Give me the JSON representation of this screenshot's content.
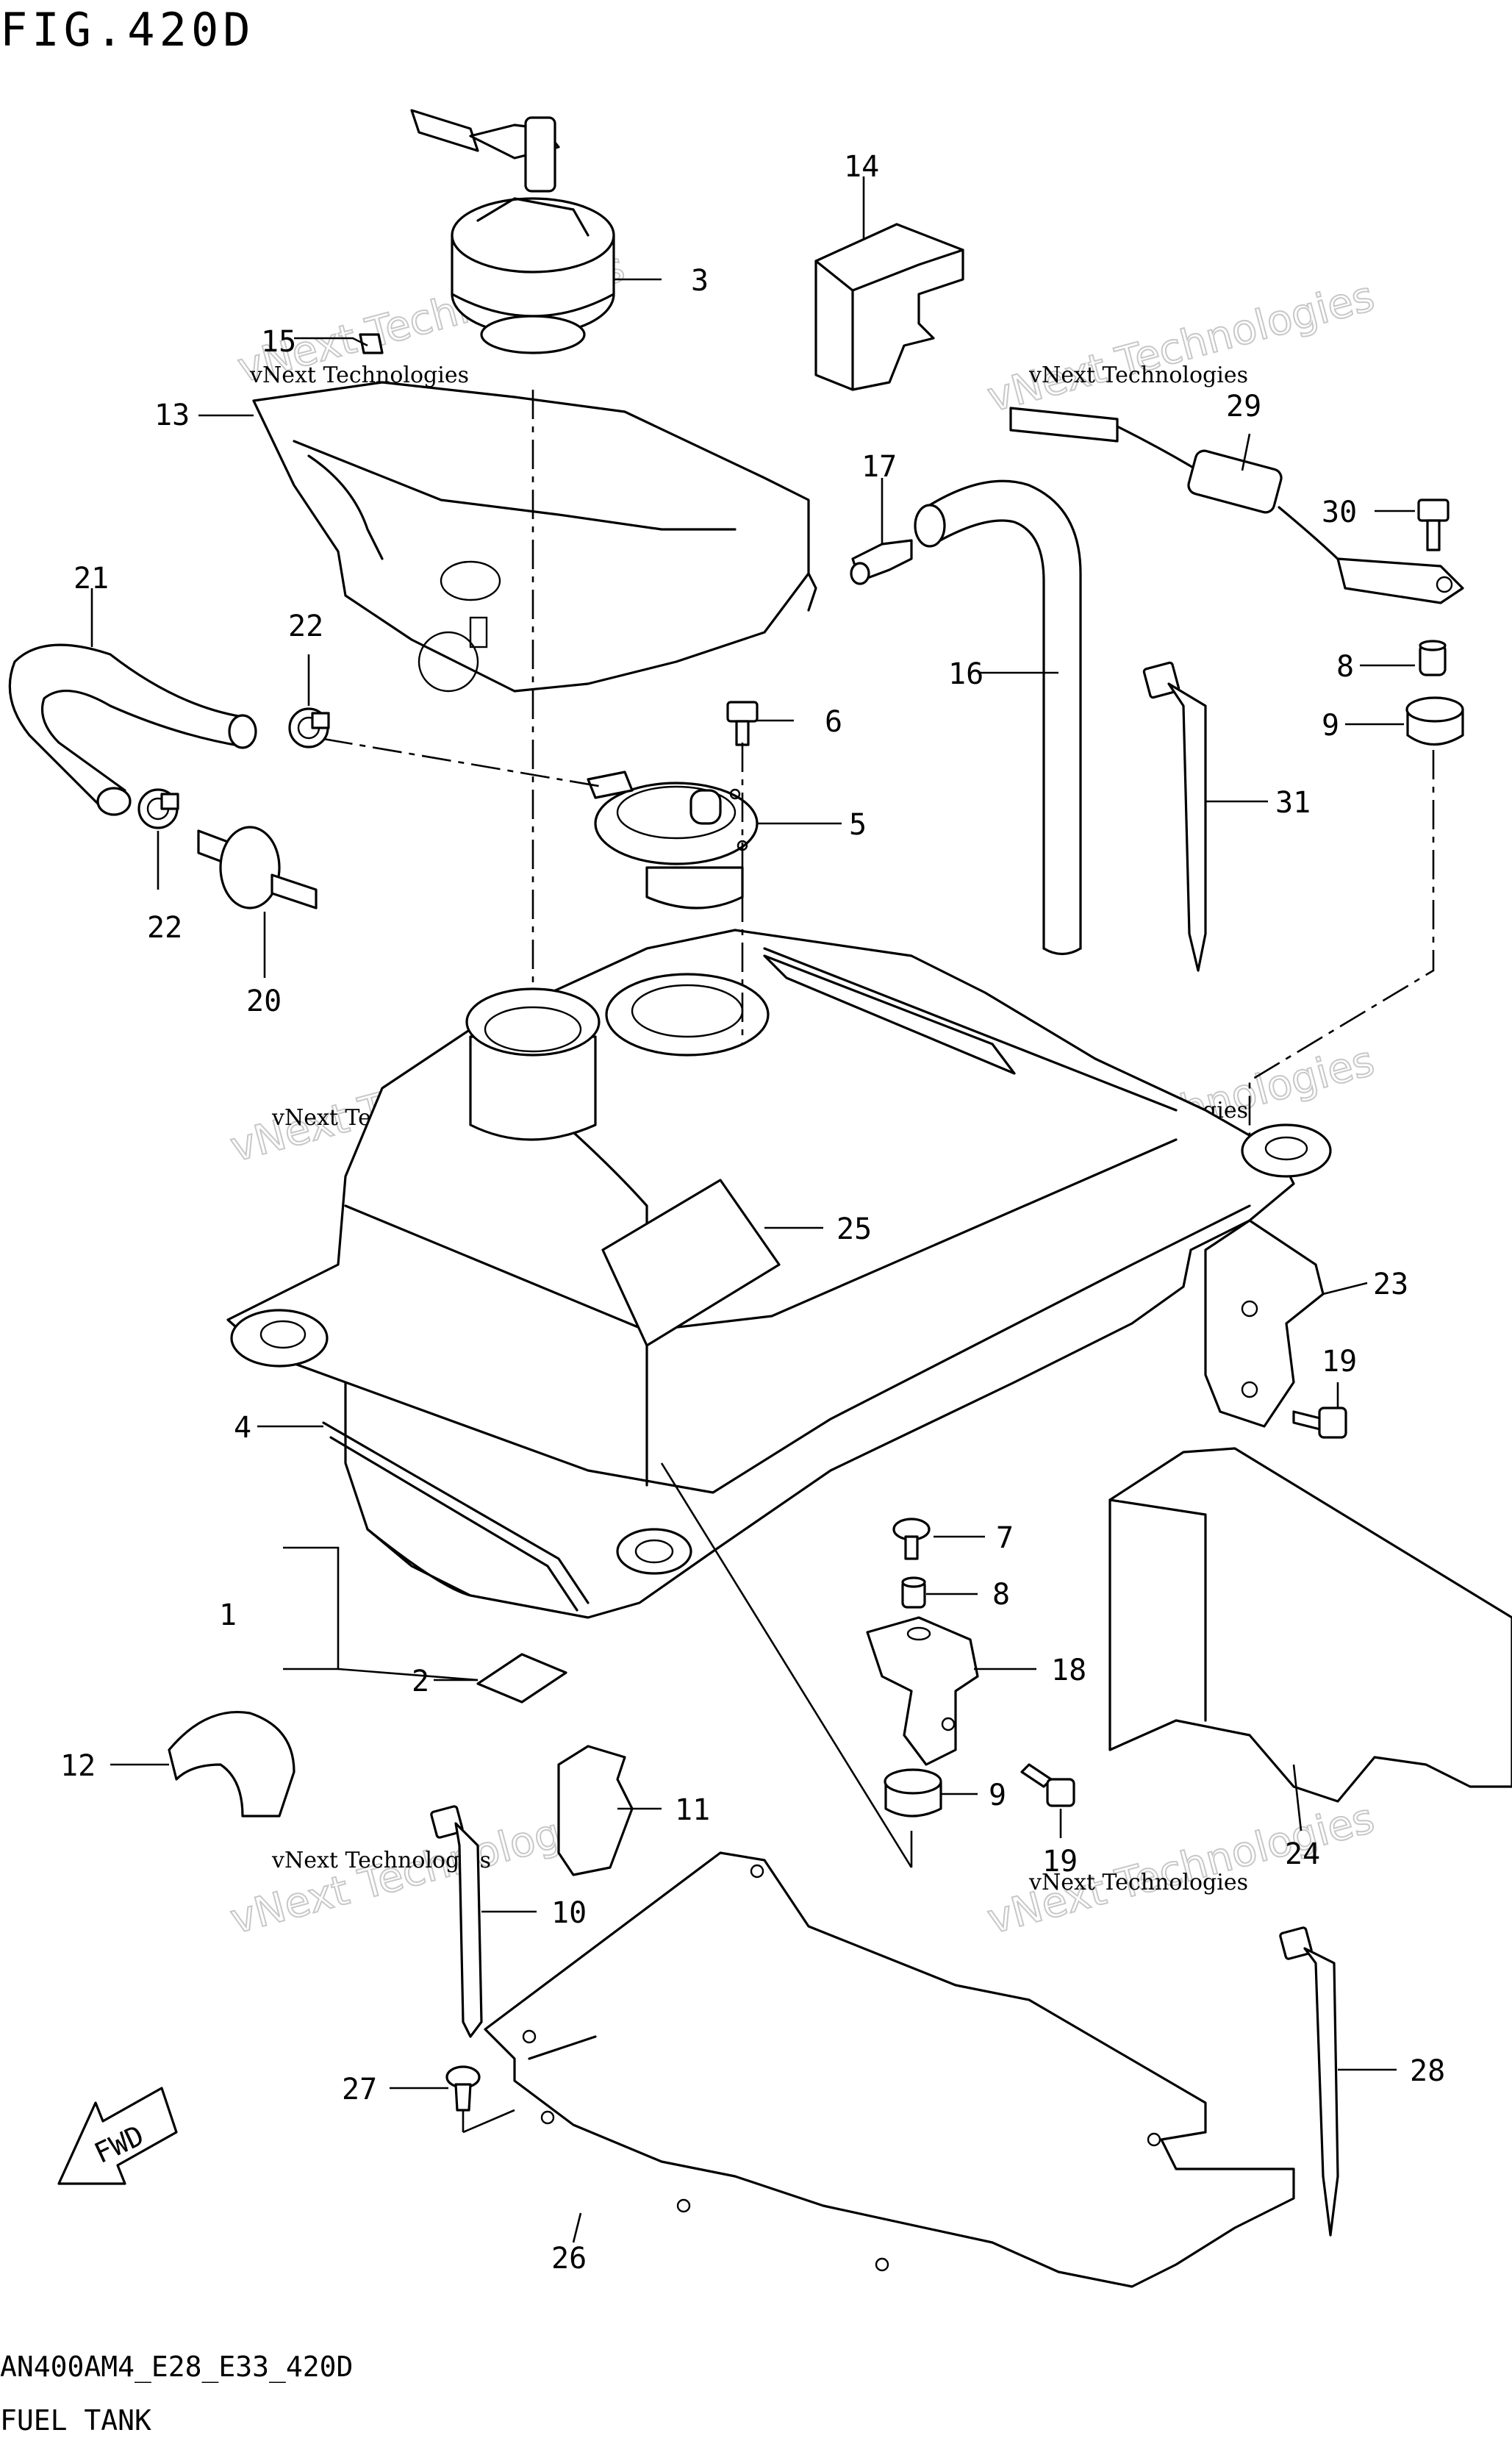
{
  "figure_title": "FIG.420D",
  "model_code": "AN400AM4_E28_E33_420D",
  "figure_name": "FUEL TANK",
  "fwd_label": "FWD",
  "watermark": {
    "line1": "vNext Technologies",
    "line2": "vNext Technologies"
  },
  "callouts": {
    "c1": "1",
    "c2": "2",
    "c3": "3",
    "c4": "4",
    "c5": "5",
    "c6": "6",
    "c7": "7",
    "c8a": "8",
    "c8b": "8",
    "c9a": "9",
    "c9b": "9",
    "c10": "10",
    "c11": "11",
    "c12": "12",
    "c13": "13",
    "c14": "14",
    "c15": "15",
    "c16": "16",
    "c17": "17",
    "c18": "18",
    "c19a": "19",
    "c19b": "19",
    "c20": "20",
    "c21": "21",
    "c22a": "22",
    "c22b": "22",
    "c23": "23",
    "c24": "24",
    "c25": "25",
    "c26": "26",
    "c27": "27",
    "c28": "28",
    "c29": "29",
    "c30": "30",
    "c31": "31"
  }
}
